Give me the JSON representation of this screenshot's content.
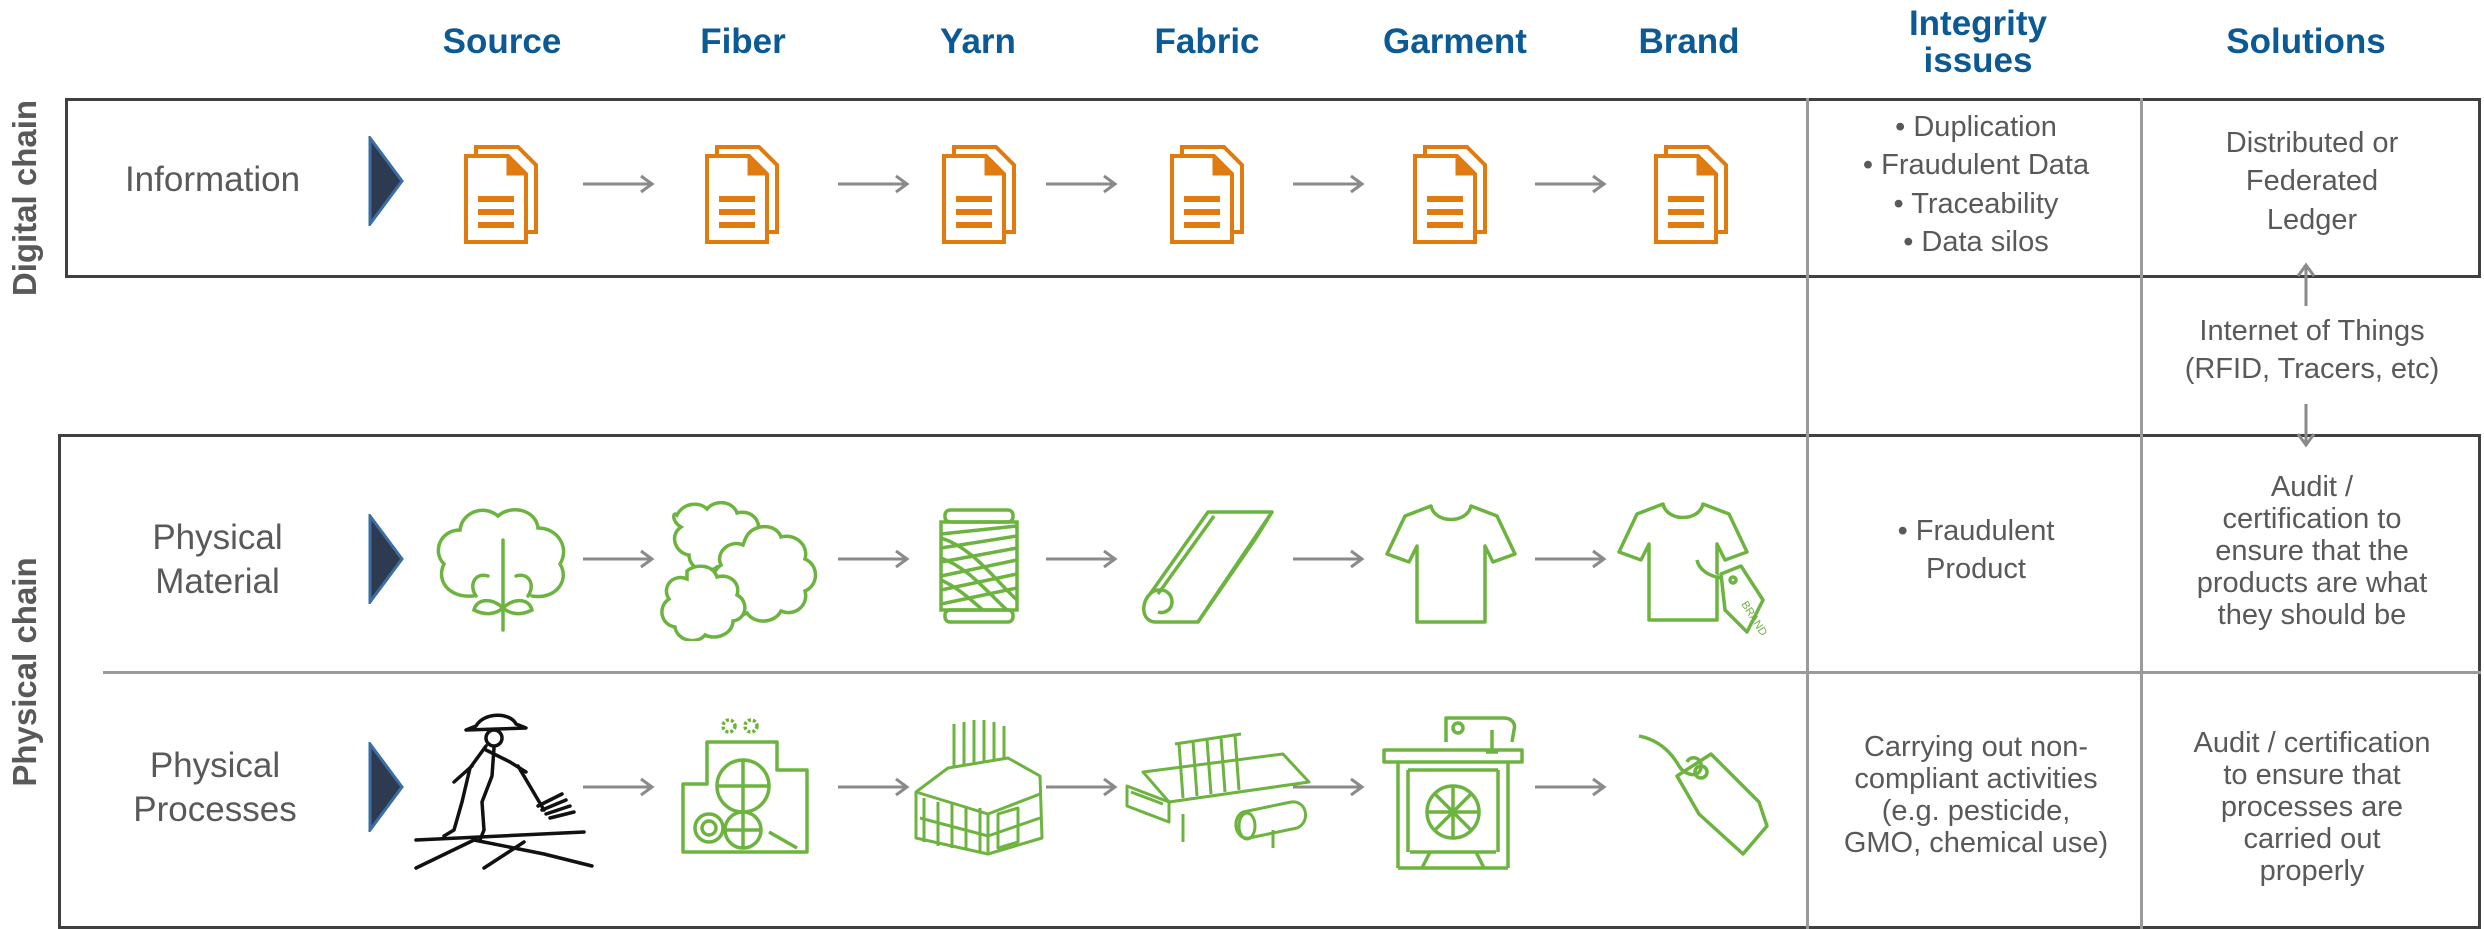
{
  "columns": [
    "Source",
    "Fiber",
    "Yarn",
    "Fabric",
    "Garment",
    "Brand"
  ],
  "integrity_header": "Integrity issues",
  "solutions_header": "Solutions",
  "side_labels": {
    "digital": "Digital chain",
    "physical": "Physical chain"
  },
  "rows": {
    "information": "Information",
    "physical_material": "Physical Material",
    "physical_processes": "Physical Processes"
  },
  "integrity": {
    "information": [
      "• Duplication",
      "• Fraudulent Data",
      "• Traceability",
      "• Data silos"
    ],
    "physical_material": [
      "• Fraudulent",
      "Product"
    ],
    "physical_processes": [
      "Carrying out non-",
      "compliant activities",
      "(e.g. pesticide,",
      "GMO, chemical use)"
    ]
  },
  "solutions": {
    "information": [
      "Distributed or",
      "Federated",
      "Ledger"
    ],
    "iot": [
      "Internet of Things",
      "(RFID, Tracers, etc)"
    ],
    "physical_material": [
      "Audit /",
      "certification to",
      "ensure that the",
      "products are what",
      "they should be"
    ],
    "physical_processes": [
      "Audit / certification",
      "to ensure that",
      "processes are",
      "carried out",
      "properly"
    ]
  },
  "icons": {
    "information": [
      "document-icon",
      "document-icon",
      "document-icon",
      "document-icon",
      "document-icon",
      "document-icon"
    ],
    "physical_material": [
      "cotton-plant-icon",
      "cotton-fiber-icon",
      "yarn-spool-icon",
      "fabric-roll-icon",
      "tshirt-icon",
      "tagged-tshirt-icon"
    ],
    "physical_processes": [
      "farmer-icon",
      "ginning-machine-icon",
      "spinning-machine-icon",
      "loom-icon",
      "sewing-machine-icon",
      "price-tag-icon"
    ]
  },
  "tag_text": "BRAND",
  "colors": {
    "header_blue": "#0b5a96",
    "doc_orange": "#e07b10",
    "green": "#6cb33f",
    "arrow_gray": "#8a8a8a",
    "triangle_navy": "#2e3a4f",
    "text_gray": "#595959"
  }
}
